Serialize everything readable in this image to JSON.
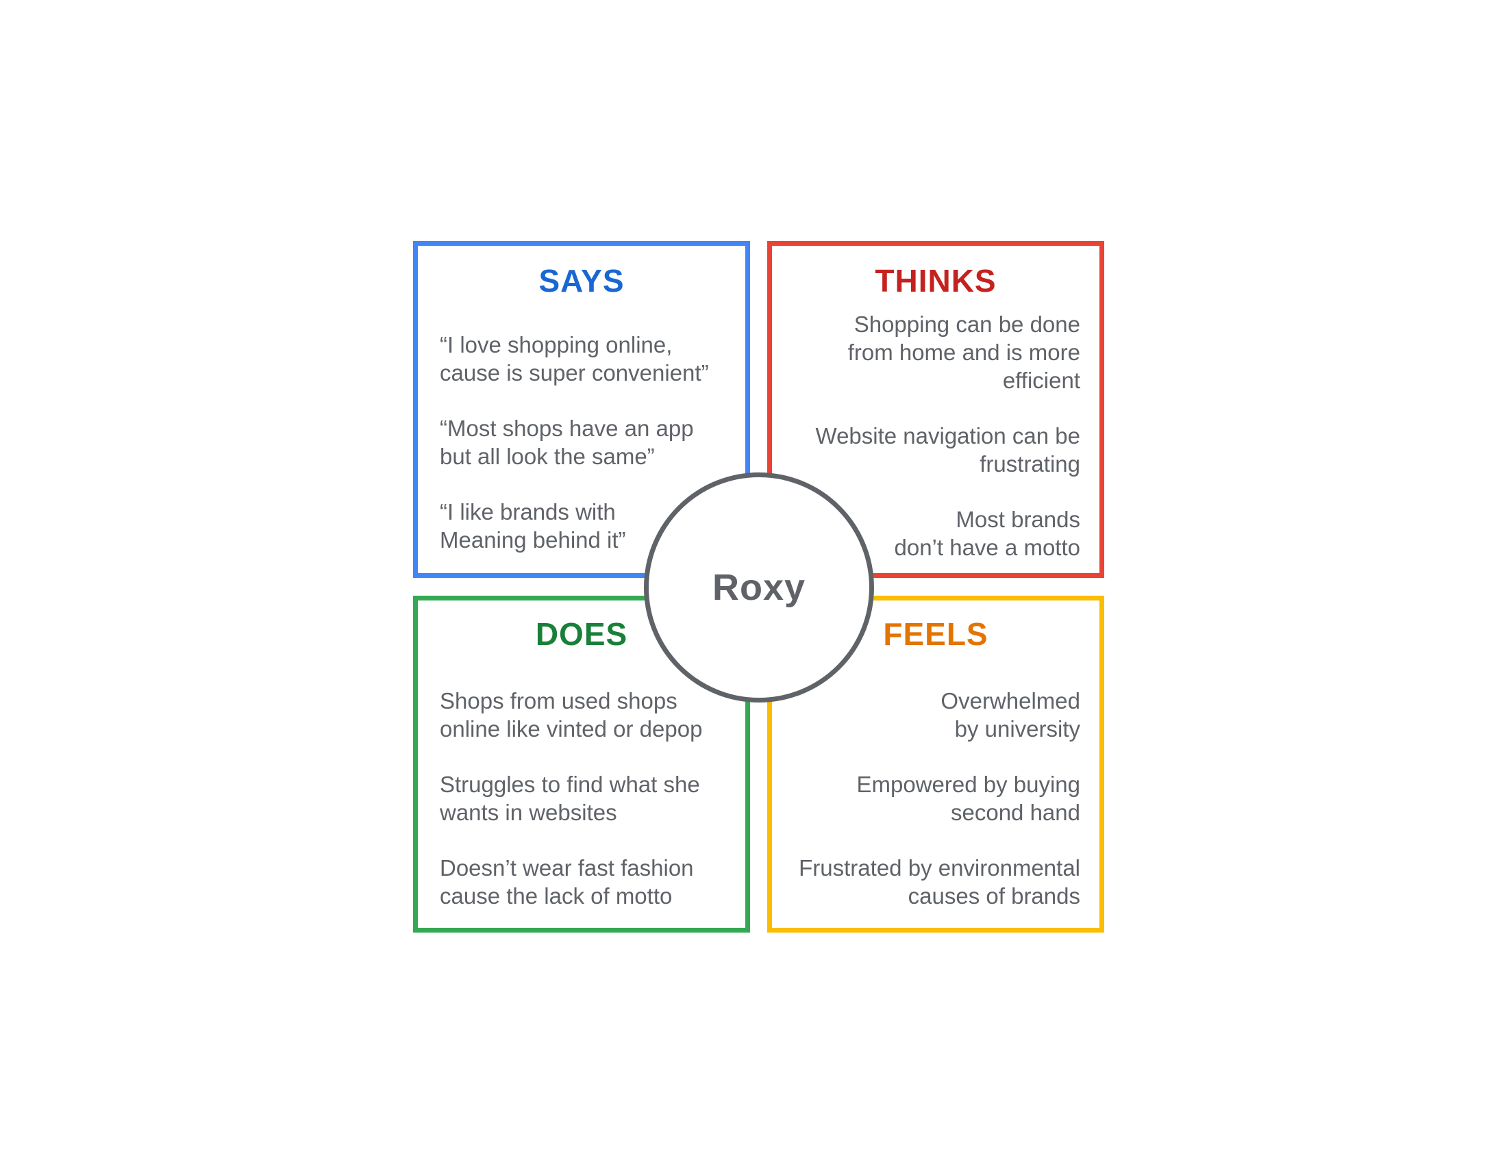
{
  "persona": {
    "name": "Roxy"
  },
  "colors": {
    "says_border": "#4285F4",
    "says_title": "#1967D2",
    "thinks_border": "#EA4335",
    "thinks_title": "#C5221F",
    "does_border": "#34A853",
    "does_title": "#188038",
    "feels_border": "#FBBC04",
    "feels_title": "#E37400",
    "body_text": "#5F6368"
  },
  "says": {
    "title": "SAYS",
    "items": [
      "“I love shopping online,\ncause is super convenient”",
      "“Most shops have an app\nbut all look the same”",
      "“I like brands with\nMeaning behind it”"
    ]
  },
  "thinks": {
    "title": "THINKS",
    "items": [
      "Shopping can be done\nfrom home and is more\nefficient",
      "Website navigation can be\nfrustrating",
      "Most brands\ndon’t have a motto"
    ]
  },
  "does": {
    "title": "DOES",
    "items": [
      "Shops from used shops\nonline like vinted or depop",
      "Struggles to find what she\nwants in websites",
      "Doesn’t wear fast fashion\ncause the lack of motto"
    ]
  },
  "feels": {
    "title": "FEELS",
    "items": [
      "Overwhelmed\nby university",
      "Empowered by buying\nsecond hand",
      "Frustrated by environmental\ncauses of brands"
    ]
  }
}
